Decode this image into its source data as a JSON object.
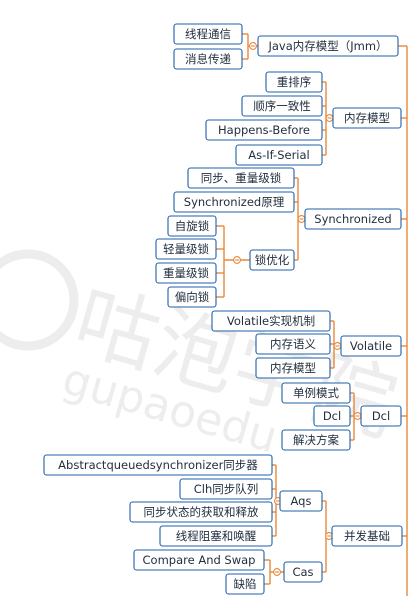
{
  "colors": {
    "connector": "#e8883a",
    "node_border": "#1f5fa8",
    "text": "#1f2d3d",
    "watermark": "#c0c0c0"
  },
  "watermark": {
    "brand": "咕泡学院",
    "latin": "gupaoedu"
  },
  "branches": {
    "jmm": {
      "label": "Java内存模型（Jmm）",
      "children": [
        "线程通信",
        "消息传递"
      ]
    },
    "memory_model": {
      "label": "内存模型",
      "children": [
        "重排序",
        "顺序一致性",
        "Happens-Before",
        "As-If-Serial"
      ]
    },
    "synchronized": {
      "label": "Synchronized",
      "children": [
        "同步、重量级锁",
        "Synchronized原理"
      ],
      "lock_optimization": {
        "label": "锁优化",
        "children": [
          "自旋锁",
          "轻量级锁",
          "重量级锁",
          "偏向锁"
        ]
      }
    },
    "volatile": {
      "label": "Volatile",
      "children": [
        "Volatile实现机制",
        "内存语义",
        "内存模型"
      ]
    },
    "dcl": {
      "label": "Dcl",
      "children": [
        "单例模式",
        "Dcl",
        "解决方案"
      ]
    },
    "concurrency": {
      "label": "并发基础",
      "aqs": {
        "label": "Aqs",
        "children": [
          "Abstractqueuedsynchronizer同步器",
          "Clh同步队列",
          "同步状态的获取和释放",
          "线程阻塞和唤醒"
        ]
      },
      "cas": {
        "label": "Cas",
        "children": [
          "Compare And Swap",
          "缺陷"
        ]
      }
    }
  }
}
